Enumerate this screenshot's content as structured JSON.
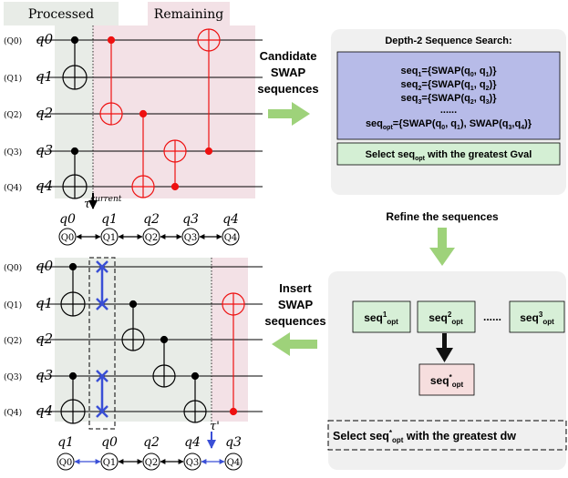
{
  "top": {
    "processed_label": "Processed",
    "remaining_label": "Remaining",
    "phys": [
      "(Q0)",
      "(Q1)",
      "(Q2)",
      "(Q3)",
      "(Q4)"
    ],
    "qubits": [
      "q0",
      "q1",
      "q2",
      "q3",
      "q4"
    ],
    "tau_label": "τ current"
  },
  "mapping_top": {
    "logical": [
      "q0",
      "q1",
      "q2",
      "q3",
      "q4"
    ],
    "physical": [
      "Q0",
      "Q1",
      "Q2",
      "Q3",
      "Q4"
    ]
  },
  "arrow_candidate": [
    "Candidate",
    "SWAP",
    "sequences"
  ],
  "search": {
    "title": "Depth-2 Sequence Search:",
    "seq_lines": [
      "seq1={SWAP(q0, q1)}",
      "seq2={SWAP(q1, q2)}",
      "seq3={SWAP(q2, q3)}",
      "......",
      "seqopt={SWAP(q0, q1), SWAP(q3,q4)}"
    ],
    "select": "Select seqopt with the greatest Gval"
  },
  "refine": "Refine the sequences",
  "arrow_insert": [
    "Insert",
    "SWAP",
    "sequences"
  ],
  "bottom": {
    "phys": [
      "(Q0)",
      "(Q1)",
      "(Q2)",
      "(Q3)",
      "(Q4)"
    ],
    "qubits": [
      "q0",
      "q1",
      "q2",
      "q3",
      "q4"
    ],
    "tau_label": "τ'"
  },
  "mapping_bottom": {
    "logical": [
      "q1",
      "q0",
      "q2",
      "q4",
      "q3"
    ],
    "physical": [
      "Q0",
      "Q1",
      "Q2",
      "Q3",
      "Q4"
    ]
  },
  "refine_panel": {
    "box1": "seq1opt",
    "box2": "seq2opt",
    "dots": "......",
    "box3": "seq3opt",
    "result": "seq*opt",
    "select": "Select seq*opt with the greatest dw"
  },
  "colors": {
    "processed_bg": "#e8ece7",
    "remaining_bg": "#f3e1e6",
    "panel_bg": "#f0f0f0",
    "seq_box": "#b7bbe8",
    "select_box": "#d4efd4",
    "green_box": "#d7efd7",
    "pink_box": "#f6dede",
    "arrow_green": "#9ed27a",
    "red_gate": "#ee1111",
    "blue_swap": "#3a4fd6"
  }
}
